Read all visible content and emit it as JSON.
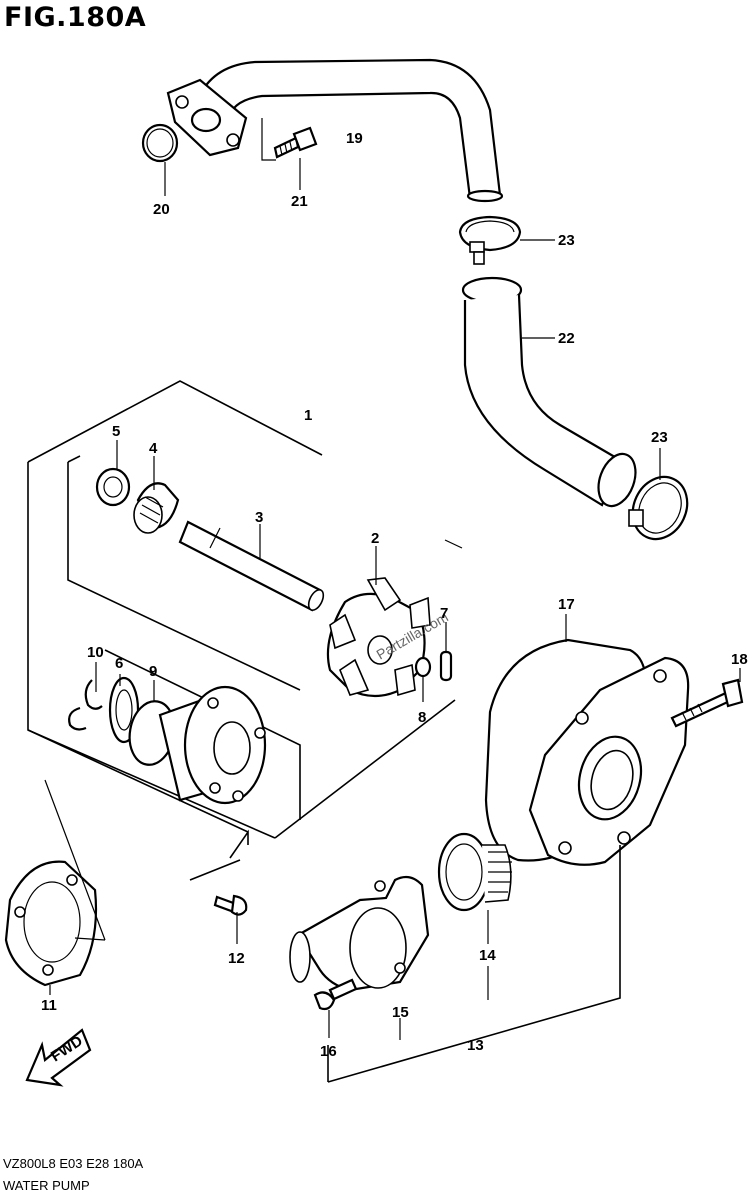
{
  "figure": {
    "title": "FIG.180A"
  },
  "footer": {
    "code": "VZ800L8  E03  E28  180A",
    "name": "WATER PUMP"
  },
  "fwd_arrow": {
    "label": "FWD"
  },
  "watermark": "Partzilla.com",
  "callouts": [
    "1",
    "2",
    "3",
    "4",
    "5",
    "6",
    "7",
    "8",
    "9",
    "10",
    "11",
    "12",
    "13",
    "14",
    "15",
    "16",
    "17",
    "18",
    "19",
    "20",
    "21",
    "22",
    "23",
    "23"
  ]
}
